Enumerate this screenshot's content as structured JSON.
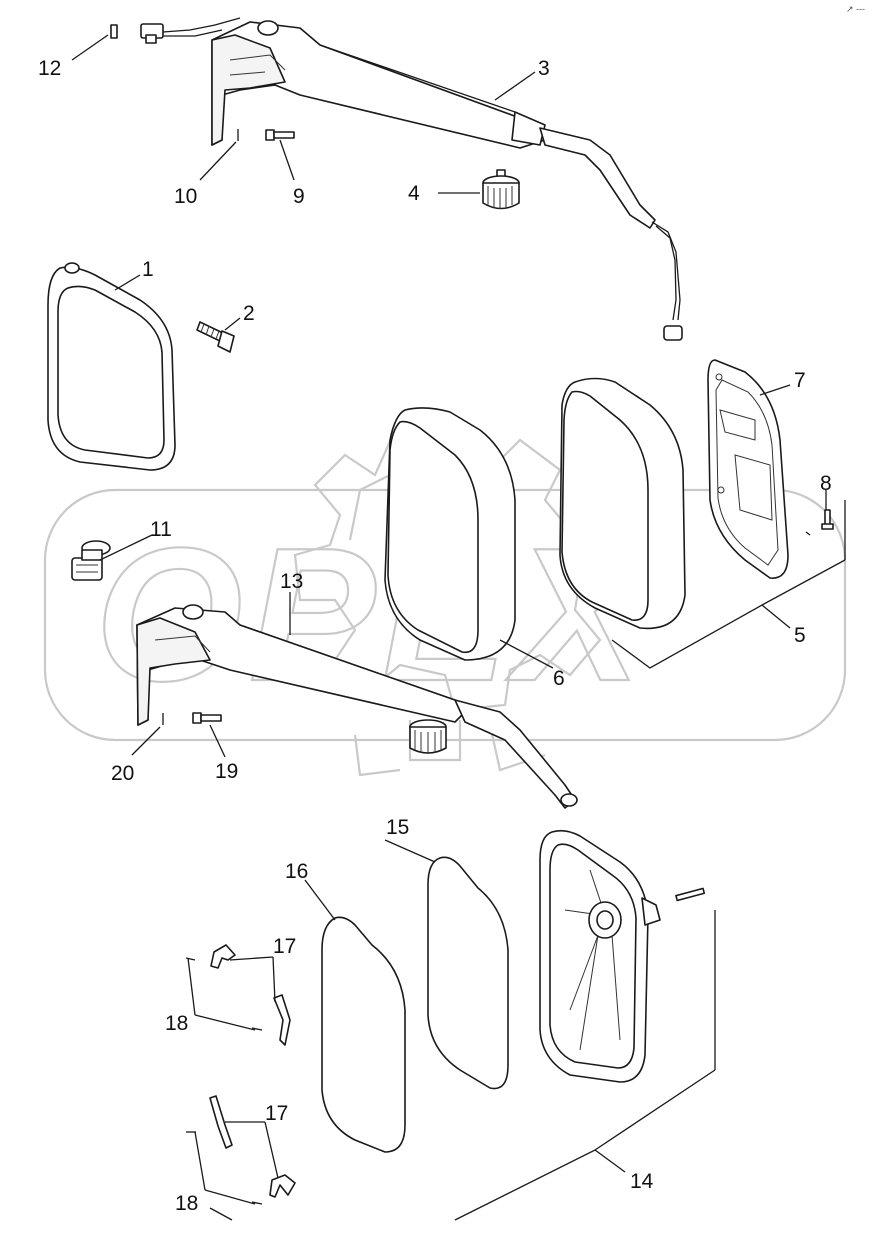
{
  "diagram": {
    "watermark_text": "OPEX",
    "corner_mark": "↗ ---",
    "callouts": [
      {
        "id": "c1",
        "label": "1"
      },
      {
        "id": "c2",
        "label": "2"
      },
      {
        "id": "c3",
        "label": "3"
      },
      {
        "id": "c4",
        "label": "4"
      },
      {
        "id": "c5",
        "label": "5"
      },
      {
        "id": "c6",
        "label": "6"
      },
      {
        "id": "c7",
        "label": "7"
      },
      {
        "id": "c8",
        "label": "8"
      },
      {
        "id": "c9",
        "label": "9"
      },
      {
        "id": "c10",
        "label": "10"
      },
      {
        "id": "c11",
        "label": "11"
      },
      {
        "id": "c12",
        "label": "12"
      },
      {
        "id": "c13",
        "label": "13"
      },
      {
        "id": "c14",
        "label": "14"
      },
      {
        "id": "c15",
        "label": "15"
      },
      {
        "id": "c16",
        "label": "16"
      },
      {
        "id": "c17a",
        "label": "17"
      },
      {
        "id": "c17b",
        "label": "17"
      },
      {
        "id": "c18a",
        "label": "18"
      },
      {
        "id": "c18b",
        "label": "18"
      },
      {
        "id": "c19",
        "label": "19"
      },
      {
        "id": "c20",
        "label": "20"
      }
    ]
  }
}
